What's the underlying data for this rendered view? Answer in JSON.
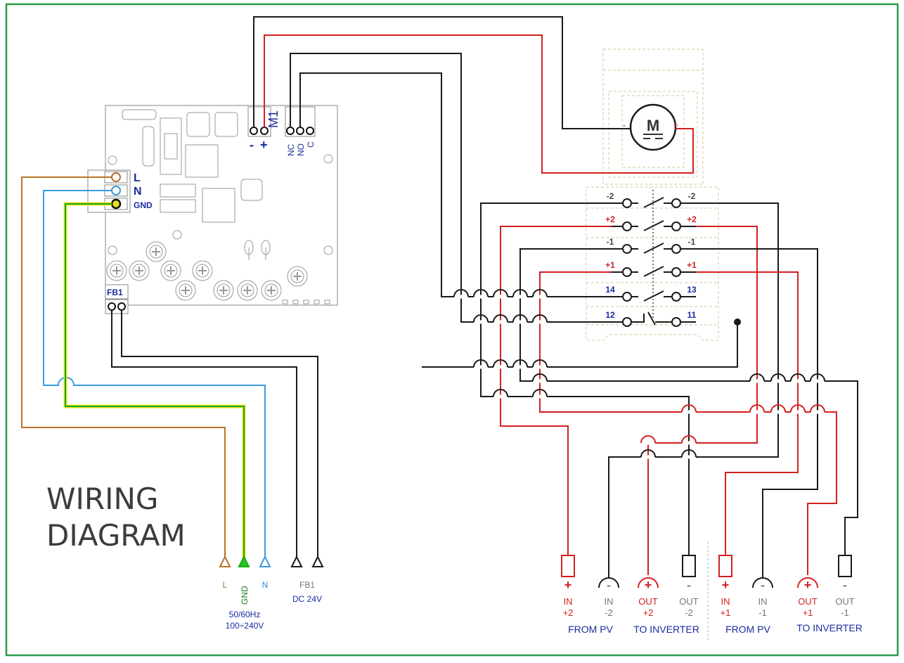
{
  "title": {
    "line1": "WIRING",
    "line2": "DIAGRAM"
  },
  "board": {
    "terminals": {
      "L": "L",
      "N": "N",
      "GND": "GND",
      "FB1": "FB1",
      "M1": "M1",
      "minus": "-",
      "plus": "+",
      "NC": "NC",
      "NO": "NO",
      "C": "C"
    }
  },
  "motor": {
    "label": "M",
    "minus": "-",
    "plus": "+"
  },
  "switch_rows": [
    {
      "left": "-2",
      "right": "-2",
      "color": "#444444"
    },
    {
      "left": "+2",
      "right": "+2",
      "color": "#d42020"
    },
    {
      "left": "-1",
      "right": "-1",
      "color": "#444444"
    },
    {
      "left": "+1",
      "right": "+1",
      "color": "#d42020"
    },
    {
      "left": "14",
      "right": "13",
      "color": "#1a2aa0"
    },
    {
      "left": "12",
      "right": "11",
      "color": "#1a2aa0"
    }
  ],
  "mains": {
    "terminals": [
      {
        "label": "L",
        "color": "#b8742a"
      },
      {
        "label": "GND",
        "color": "#2a8a2a"
      },
      {
        "label": "N",
        "color": "#2a8ad8"
      }
    ],
    "freq": "50/60Hz",
    "voltage": "100÷240V"
  },
  "fb1": {
    "label": "FB1",
    "voltage": "DC 24V"
  },
  "connectors": [
    {
      "sym": "+",
      "line1": "IN",
      "line2": "+2",
      "color": "#d42020"
    },
    {
      "sym": "-",
      "line1": "IN",
      "line2": "-2",
      "color": "#777777"
    },
    {
      "sym": "+",
      "line1": "OUT",
      "line2": "+2",
      "color": "#d42020"
    },
    {
      "sym": "-",
      "line1": "OUT",
      "line2": "-2",
      "color": "#777777"
    },
    {
      "sym": "+",
      "line1": "IN",
      "line2": "+1",
      "color": "#d42020"
    },
    {
      "sym": "-",
      "line1": "IN",
      "line2": "-1",
      "color": "#777777"
    },
    {
      "sym": "+",
      "line1": "OUT",
      "line2": "+1",
      "color": "#d42020"
    },
    {
      "sym": "-",
      "line1": "OUT",
      "line2": "-1",
      "color": "#777777"
    }
  ],
  "groups": [
    "FROM PV",
    "TO INVERTER",
    "FROM PV",
    "TO INVERTER"
  ],
  "colors": {
    "frame": "#2e9a4a",
    "red": "#d42020",
    "black": "#1a1a1a",
    "blue_text": "#1a2aa0",
    "brown": "#b8742a",
    "lightblue": "#3a9ae0",
    "green": "#1aa81a",
    "yellow": "#e8e020"
  }
}
